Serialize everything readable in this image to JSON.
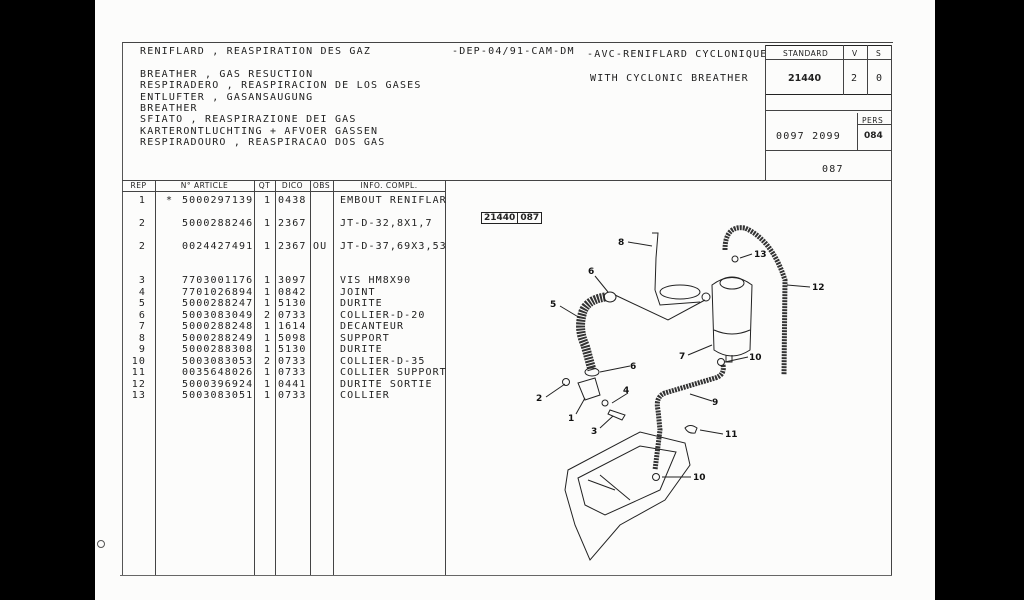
{
  "header": {
    "title_fr": "RENIFLARD , REASPIRATION DES GAZ",
    "code": "-DEP-04/91-CAM-DM",
    "variant_fr": "-AVC-RENIFLARD CYCLONIQUE",
    "variant_en": "WITH CYCLONIC BREATHER",
    "translations": [
      "BREATHER , GAS RESUCTION",
      "RESPIRADERO , REASPIRACION DE LOS GASES",
      "ENTLUFTER , GASANSAUGUNG",
      "BREATHER",
      "SFIATO , REASPIRAZIONE DEI GAS",
      "KARTERONTLUCHTING + AFVOER GASSEN",
      "RESPIRADOURO , REASPIRACAO DOS GAS"
    ]
  },
  "infobox": {
    "standard_label": "STANDARD",
    "v_label": "V",
    "s_label": "S",
    "standard": "21440",
    "v": "2",
    "s": "0",
    "ref": "0097 2099",
    "pers_label": "PERS",
    "pers": "084",
    "page": "087"
  },
  "table": {
    "headers": [
      "REP",
      "N° ARTICLE",
      "QT",
      "DICO",
      "OBS",
      "INFO. COMPL."
    ],
    "rows": [
      {
        "rep": "1",
        "mark": "*",
        "article": "5000297139",
        "qt": "1",
        "dico": "0438",
        "obs": "",
        "info": "EMBOUT RENIFLAR"
      },
      {
        "rep": "2",
        "mark": "",
        "article": "5000288246",
        "qt": "1",
        "dico": "2367",
        "obs": "",
        "info": "JT-D-32,8X1,7"
      },
      {
        "rep": "2",
        "mark": "",
        "article": "0024427491",
        "qt": "1",
        "dico": "2367",
        "obs": "OU",
        "info": "JT-D-37,69X3,53"
      },
      {
        "rep": "3",
        "mark": "",
        "article": "7703001176",
        "qt": "1",
        "dico": "3097",
        "obs": "",
        "info": "VIS HM8X90"
      },
      {
        "rep": "4",
        "mark": "",
        "article": "7701026894",
        "qt": "1",
        "dico": "0842",
        "obs": "",
        "info": "JOINT"
      },
      {
        "rep": "5",
        "mark": "",
        "article": "5000288247",
        "qt": "1",
        "dico": "5130",
        "obs": "",
        "info": "DURITE"
      },
      {
        "rep": "6",
        "mark": "",
        "article": "5003083049",
        "qt": "2",
        "dico": "0733",
        "obs": "",
        "info": "COLLIER-D-20"
      },
      {
        "rep": "7",
        "mark": "",
        "article": "5000288248",
        "qt": "1",
        "dico": "1614",
        "obs": "",
        "info": "DECANTEUR"
      },
      {
        "rep": "8",
        "mark": "",
        "article": "5000288249",
        "qt": "1",
        "dico": "5098",
        "obs": "",
        "info": "SUPPORT"
      },
      {
        "rep": "9",
        "mark": "",
        "article": "5000288308",
        "qt": "1",
        "dico": "5130",
        "obs": "",
        "info": "DURITE"
      },
      {
        "rep": "10",
        "mark": "",
        "article": "5003083053",
        "qt": "2",
        "dico": "0733",
        "obs": "",
        "info": "COLLIER-D-35"
      },
      {
        "rep": "11",
        "mark": "",
        "article": "0035648026",
        "qt": "1",
        "dico": "0733",
        "obs": "",
        "info": "COLLIER SUPPORT"
      },
      {
        "rep": "12",
        "mark": "",
        "article": "5000396924",
        "qt": "1",
        "dico": "0441",
        "obs": "",
        "info": "DURITE SORTIE"
      },
      {
        "rep": "13",
        "mark": "",
        "article": "5003083051",
        "qt": "1",
        "dico": "0733",
        "obs": "",
        "info": "COLLIER"
      }
    ]
  },
  "diagram": {
    "ref_left": "21440",
    "ref_right": "087",
    "callouts": [
      "8",
      "6",
      "5",
      "6",
      "2",
      "1",
      "4",
      "3",
      "7",
      "10",
      "9",
      "11",
      "12",
      "13",
      "10"
    ]
  }
}
